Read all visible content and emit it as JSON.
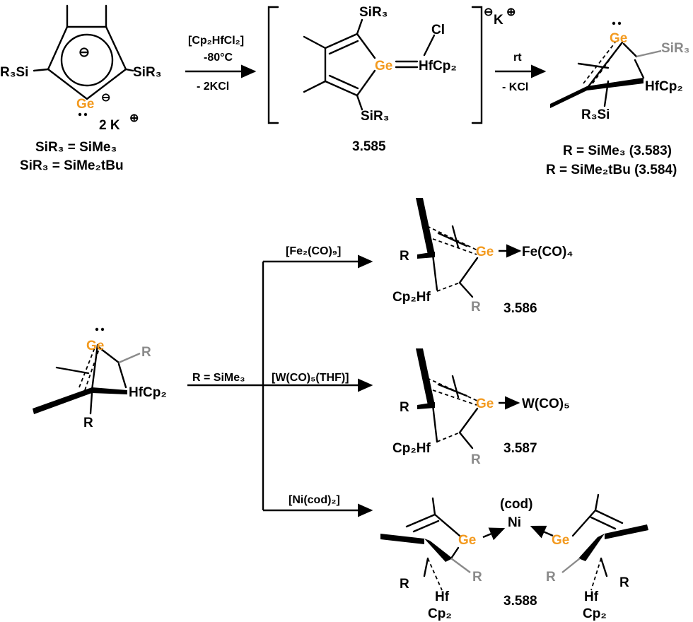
{
  "top": {
    "start": {
      "r3si": "R₃Si",
      "sir3_right": "SiR₃",
      "ge": "Ge",
      "charge": "⊖",
      "ge_charge": "⊖",
      "counterion": "2 K",
      "plus": "⊕",
      "variant_1": "SiR₃ = SiMe₃",
      "variant_2": "SiR₃ = SiMe₂tBu"
    },
    "arrow1": {
      "reagent": "[Cp₂HfCl₂]",
      "temp": "-80°C",
      "byproduct": "- 2KCl"
    },
    "intermediate": {
      "sir3_top": "SiR₃",
      "sir3_bottom": "SiR₃",
      "ge": "Ge",
      "hf": "HfCp₂",
      "cl": "Cl",
      "minus": "⊖",
      "k": "K",
      "plus": "⊕",
      "id": "3.585"
    },
    "arrow2": {
      "reagent": "rt",
      "byproduct": "- KCl"
    },
    "product": {
      "ge": "Ge",
      "sir3": "SiR₃",
      "hf": "HfCp₂",
      "r3si": "R₃Si",
      "label_1": "R = SiMe₃ (3.583)",
      "label_2": "R = SiMe₂tBu (3.584)"
    }
  },
  "bottom": {
    "start": {
      "ge": "Ge",
      "r_gray": "R",
      "hf": "HfCp₂",
      "r_bottom": "R"
    },
    "condition": "R = SiMe₃",
    "branches": [
      {
        "reagent": "[Fe₂(CO)₉]",
        "r": "R",
        "ge": "Ge",
        "metal": "Fe(CO)₄",
        "hf": "Cp₂Hf",
        "r2": "R",
        "id": "3.586"
      },
      {
        "reagent": "[W(CO)₅(THF)]",
        "r": "R",
        "ge": "Ge",
        "metal": "W(CO)₅",
        "hf": "Cp₂Hf",
        "r2": "R",
        "id": "3.587"
      },
      {
        "reagent": "[Ni(cod)₂]",
        "cod": "(cod)",
        "ni": "Ni",
        "ge_left": "Ge",
        "ge_right": "Ge",
        "r_left": "R",
        "r_left_gray": "R",
        "hf_left": "Hf",
        "cp_left": "Cp₂",
        "r_right": "R",
        "r_right_gray": "R",
        "hf_right": "Hf",
        "cp_right": "Cp₂",
        "id": "3.588"
      }
    ]
  },
  "colors": {
    "germanium": "#f39a1f",
    "substituent_gray": "#8a8a8a"
  }
}
